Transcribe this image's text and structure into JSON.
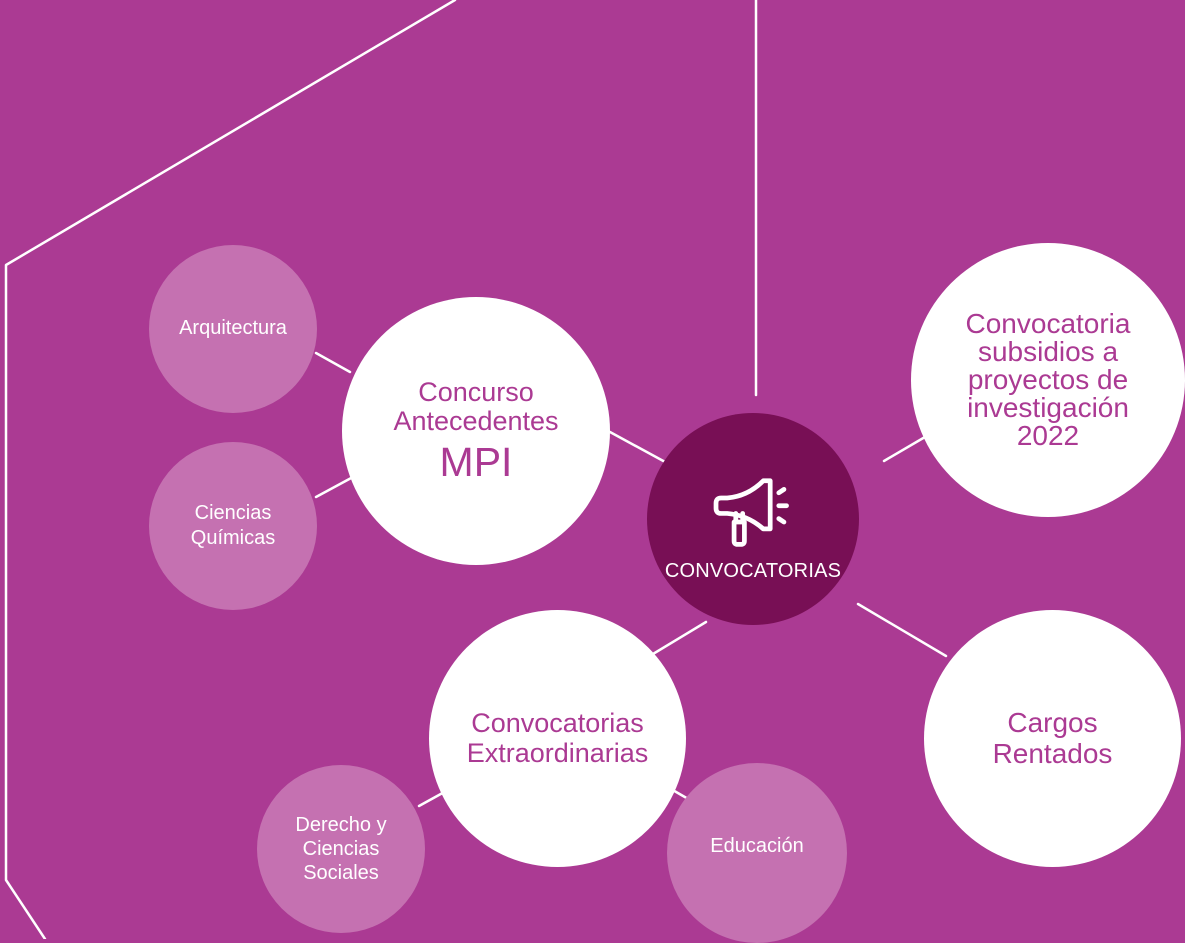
{
  "colors": {
    "background": "#ab3a93",
    "hub": "#780f55",
    "main_node": "#ffffff",
    "sub_node": "#c571b1",
    "connector": "#ffffff"
  },
  "hub": {
    "icon": "megaphone-icon",
    "label": "CONVOCATORIAS"
  },
  "nodes": {
    "concurso": {
      "lines": [
        "Concurso",
        "Antecedentes",
        "MPI"
      ]
    },
    "subsidios": {
      "lines": [
        "Convocatoria",
        "subsidios a",
        "proyectos de",
        "investigación",
        "2022"
      ]
    },
    "extraordinarias": {
      "lines": [
        "Convocatorias",
        "Extraordinarias"
      ]
    },
    "cargos": {
      "lines": [
        "Cargos",
        "Rentados"
      ]
    }
  },
  "subnodes": {
    "arquitectura": {
      "lines": [
        "Arquitectura"
      ]
    },
    "ciencias_quimicas": {
      "lines": [
        "Ciencias",
        "Químicas"
      ]
    },
    "derecho": {
      "lines": [
        "Derecho y",
        "Ciencias",
        "Sociales"
      ]
    },
    "educacion": {
      "lines": [
        "Educación"
      ]
    }
  }
}
